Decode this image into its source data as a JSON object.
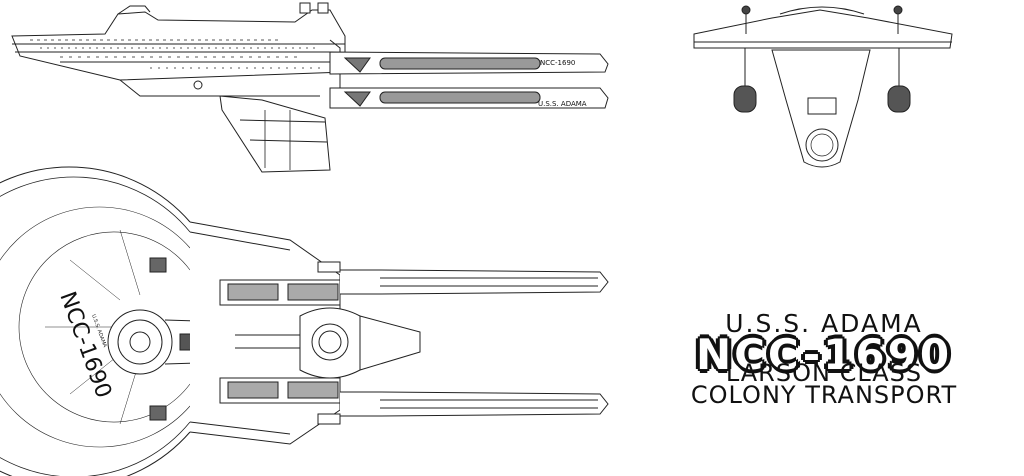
{
  "title_block": {
    "ship_name": "U.S.S. ADAMA",
    "registry": "NCC-1690",
    "class_line": "LARSON CLASS",
    "type_line": "COLONY TRANSPORT"
  },
  "side_view": {
    "nacelle_upper_label": "NCC-1690",
    "nacelle_lower_label": "U.S.S. ADAMA"
  },
  "top_view": {
    "saucer_registry": "NCC-1690",
    "saucer_small_label": "U.S.S. ADAMA"
  }
}
